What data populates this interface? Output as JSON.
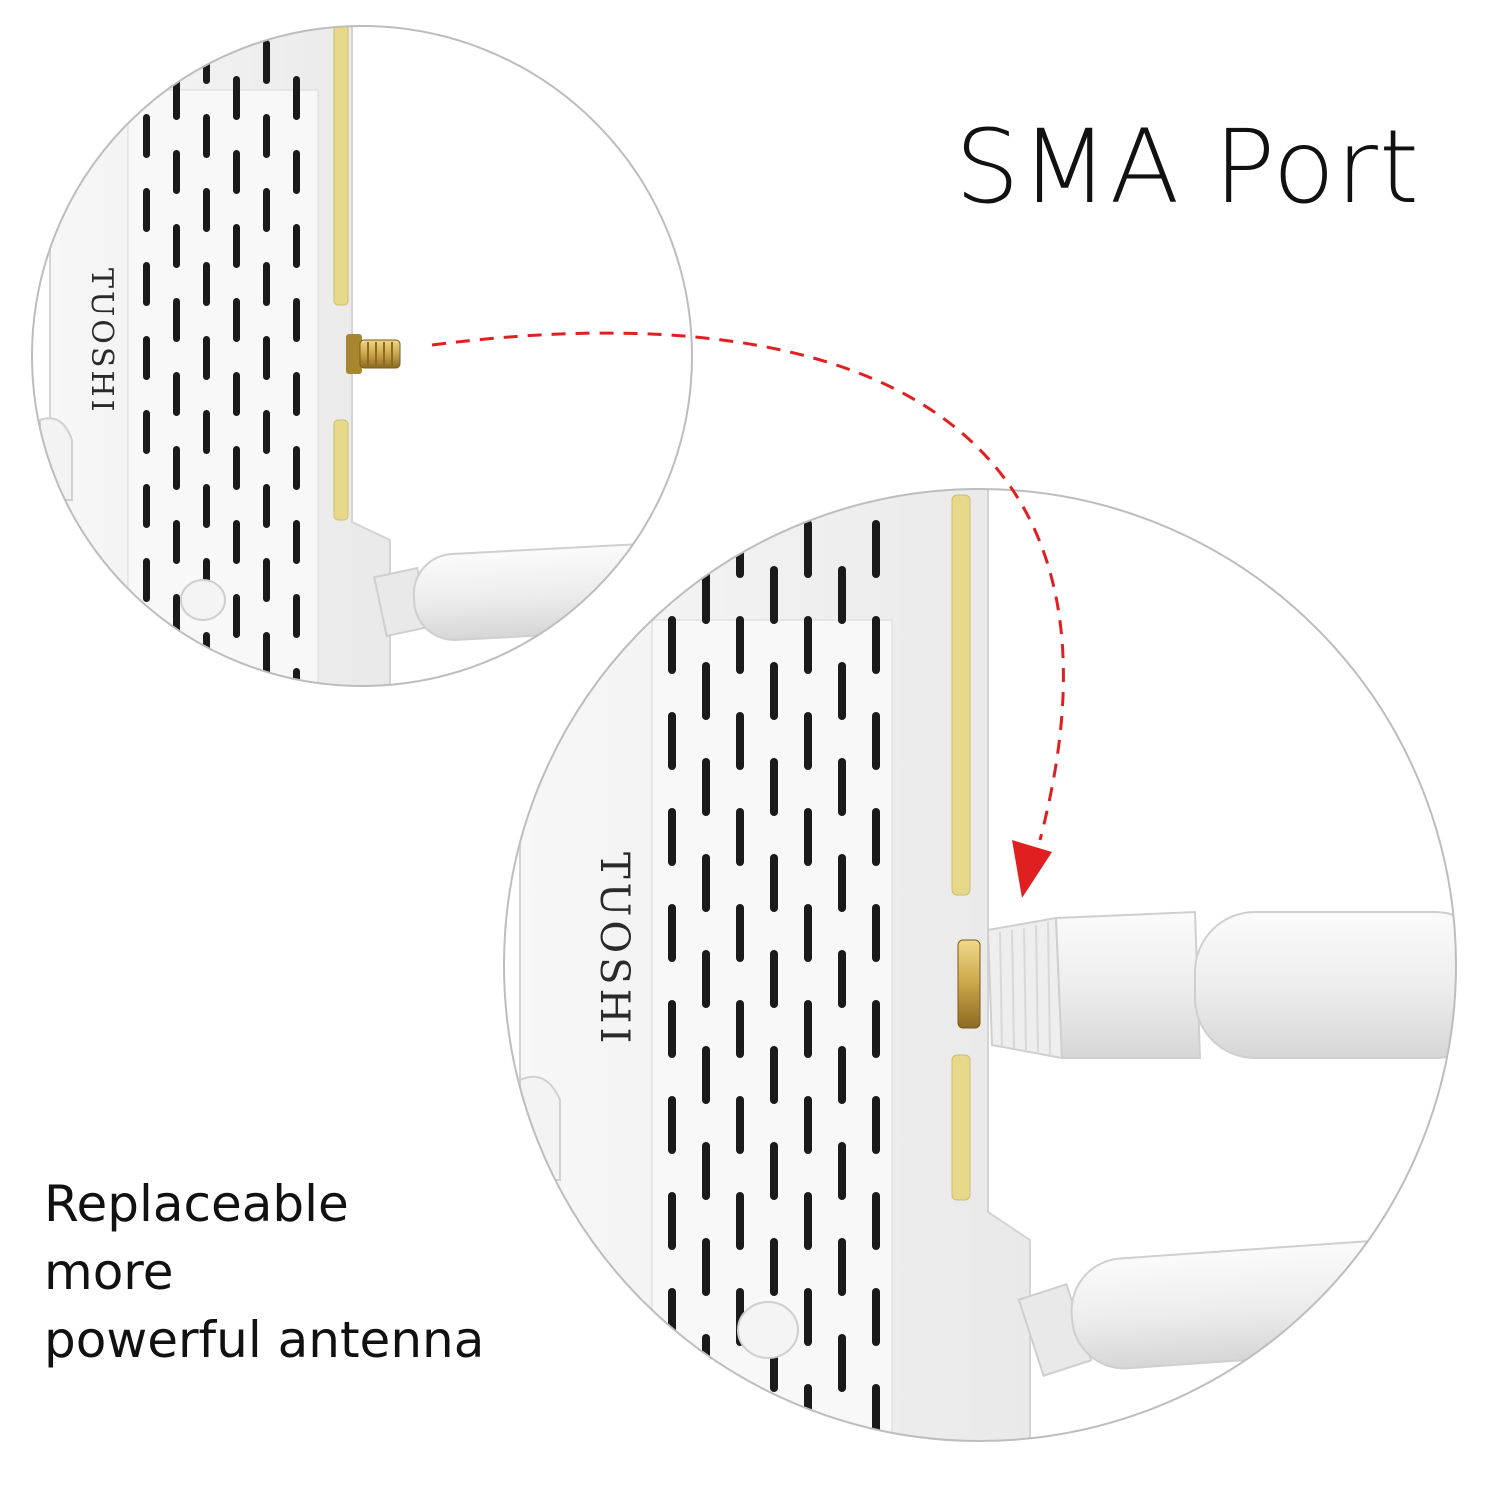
{
  "title": "SMA Port",
  "caption": {
    "line1": "Replaceable",
    "line2": "more",
    "line3": "powerful antenna"
  },
  "brand_label": "TUOSHI",
  "colors": {
    "background": "#ffffff",
    "device_body": "#f1f1f1",
    "vent_slot": "#1a1a1a",
    "led_strip": "#e8d98a",
    "sma_connector": "#c9a64a",
    "arrow": "#e02020",
    "text": "#111111"
  }
}
